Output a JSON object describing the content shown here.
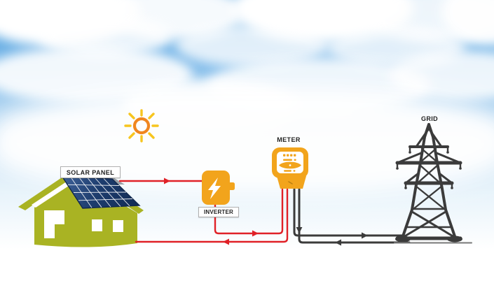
{
  "diagram": {
    "title_hint": "solar-energy-flow-diagram",
    "labels": {
      "solar_panel": "SOLAR PANEL",
      "inverter": "INVERTER",
      "meter": "METER",
      "grid": "GRID"
    },
    "icons": {
      "sun": "sun-icon",
      "house": "house-with-solar-panel-icon",
      "inverter": "lightning-bolt-icon",
      "meter": "electric-meter-icon",
      "grid": "transmission-tower-icon"
    },
    "colors": {
      "house_green": "#a9b323",
      "panel_blue": "#1d3c6d",
      "device_yellow": "#f2a41c",
      "wire_red": "#e02127",
      "wire_black": "#3b3b3b",
      "sun_orange": "#f0861f",
      "sun_ray_yellow": "#f7c51e",
      "sky_blue": "#4f9fdf"
    }
  }
}
